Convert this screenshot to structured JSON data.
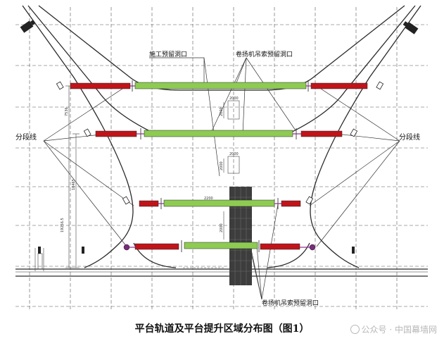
{
  "labels": {
    "construction_opening": "施工预留洞口",
    "hoist_opening_top": "卷扬机吊索预留洞口",
    "hoist_opening_bottom": "卷扬机吊索预留洞口",
    "divider_left": "分段线",
    "divider_right": "分段线"
  },
  "dimensions": {
    "d1": "7536",
    "d2": "10465",
    "d3": "19256.5",
    "d4": "2000",
    "d5": "2000",
    "d6": "2000",
    "d7": "2000",
    "d8": "2000",
    "d9": "2200"
  },
  "caption": "平台轨道及平台提升区域分布图（图1）",
  "watermark": "公众号 · 中国幕墙网",
  "colors": {
    "rail_red": "#c0141b",
    "rail_green": "#8ecb53",
    "grid": "#555555",
    "outline": "#2a2a2a",
    "shaft": "#3d3d3d"
  }
}
